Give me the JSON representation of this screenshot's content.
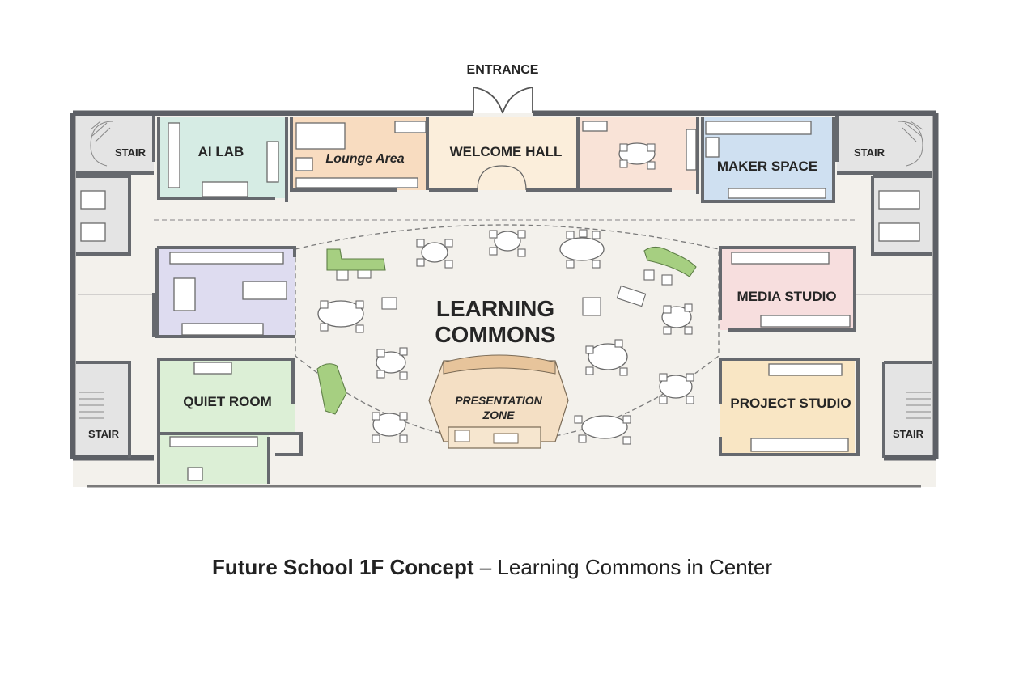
{
  "labels": {
    "entrance": "ENTRANCE",
    "stair": "STAIR",
    "ai_lab": "AI LAB",
    "lounge": "Lounge Area",
    "welcome_hall": "WELCOME HALL",
    "maker_space": "MAKER SPACE",
    "learning_commons_1": "LEARNING",
    "learning_commons_2": "COMMONS",
    "media_studio": "MEDIA STUDIO",
    "quiet_room": "QUIET ROOM",
    "project_studio": "PROJECT STUDIO",
    "presentation_1": "PRESENTATION",
    "presentation_2": "ZONE"
  },
  "caption": {
    "main": "Future School 1F Concept",
    "sub": "– Learning Commons in Center"
  },
  "colors": {
    "ai_lab": "#d6ece4",
    "lounge": "#f8dcc0",
    "welcome": "#fbeedb",
    "cafe": "#f9e3d7",
    "maker": "#cfe0f1",
    "classroom_purple": "#dedcf0",
    "quiet": "#dcefd6",
    "media": "#f7dede",
    "project": "#f9e6c4",
    "floor": "#f3f1ec",
    "service": "#e4e4e4",
    "sofa_green": "#a6cf81"
  }
}
